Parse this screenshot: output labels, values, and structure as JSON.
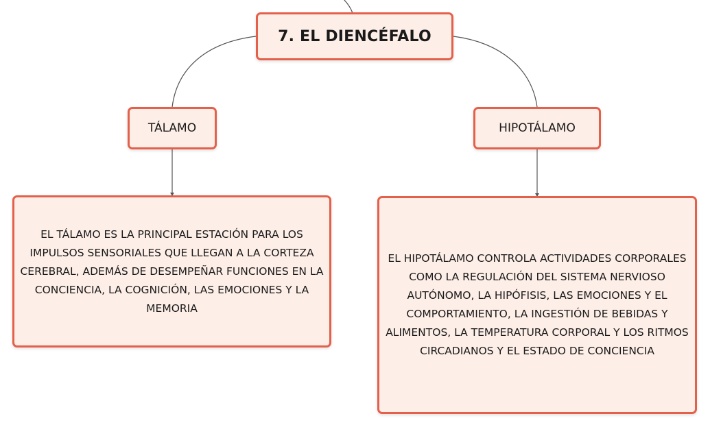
{
  "diagram": {
    "root": {
      "label": "7. EL DIENCÉFALO"
    },
    "branches": [
      {
        "label": "TÁLAMO",
        "description": "EL TÁLAMO ES LA PRINCIPAL ESTACIÓN PARA LOS IMPULSOS SENSORIALES QUE LLEGAN A LA CORTEZA CEREBRAL, ADEMÁS DE DESEMPEÑAR FUNCIONES EN LA CONCIENCIA, LA COGNICIÓN, LAS EMOCIONES Y LA MEMORIA"
      },
      {
        "label": "HIPOTÁLAMO",
        "description": "EL HIPOTÁLAMO CONTROLA ACTIVIDADES CORPORALES COMO LA REGULACIÓN DEL SISTEMA NERVIOSO AUTÓNOMO, LA HIPÓFISIS, LAS EMOCIONES Y EL COMPORTAMIENTO, LA INGESTIÓN DE BEBIDAS Y ALIMENTOS, LA TEMPERATURA CORPORAL Y LOS RITMOS CIRCADIANOS Y EL ESTADO DE CONCIENCIA"
      }
    ]
  },
  "colors": {
    "node_border": "#e4604a",
    "node_fill": "#fdeee7",
    "connector": "#555555",
    "text": "#1a1a1a"
  }
}
